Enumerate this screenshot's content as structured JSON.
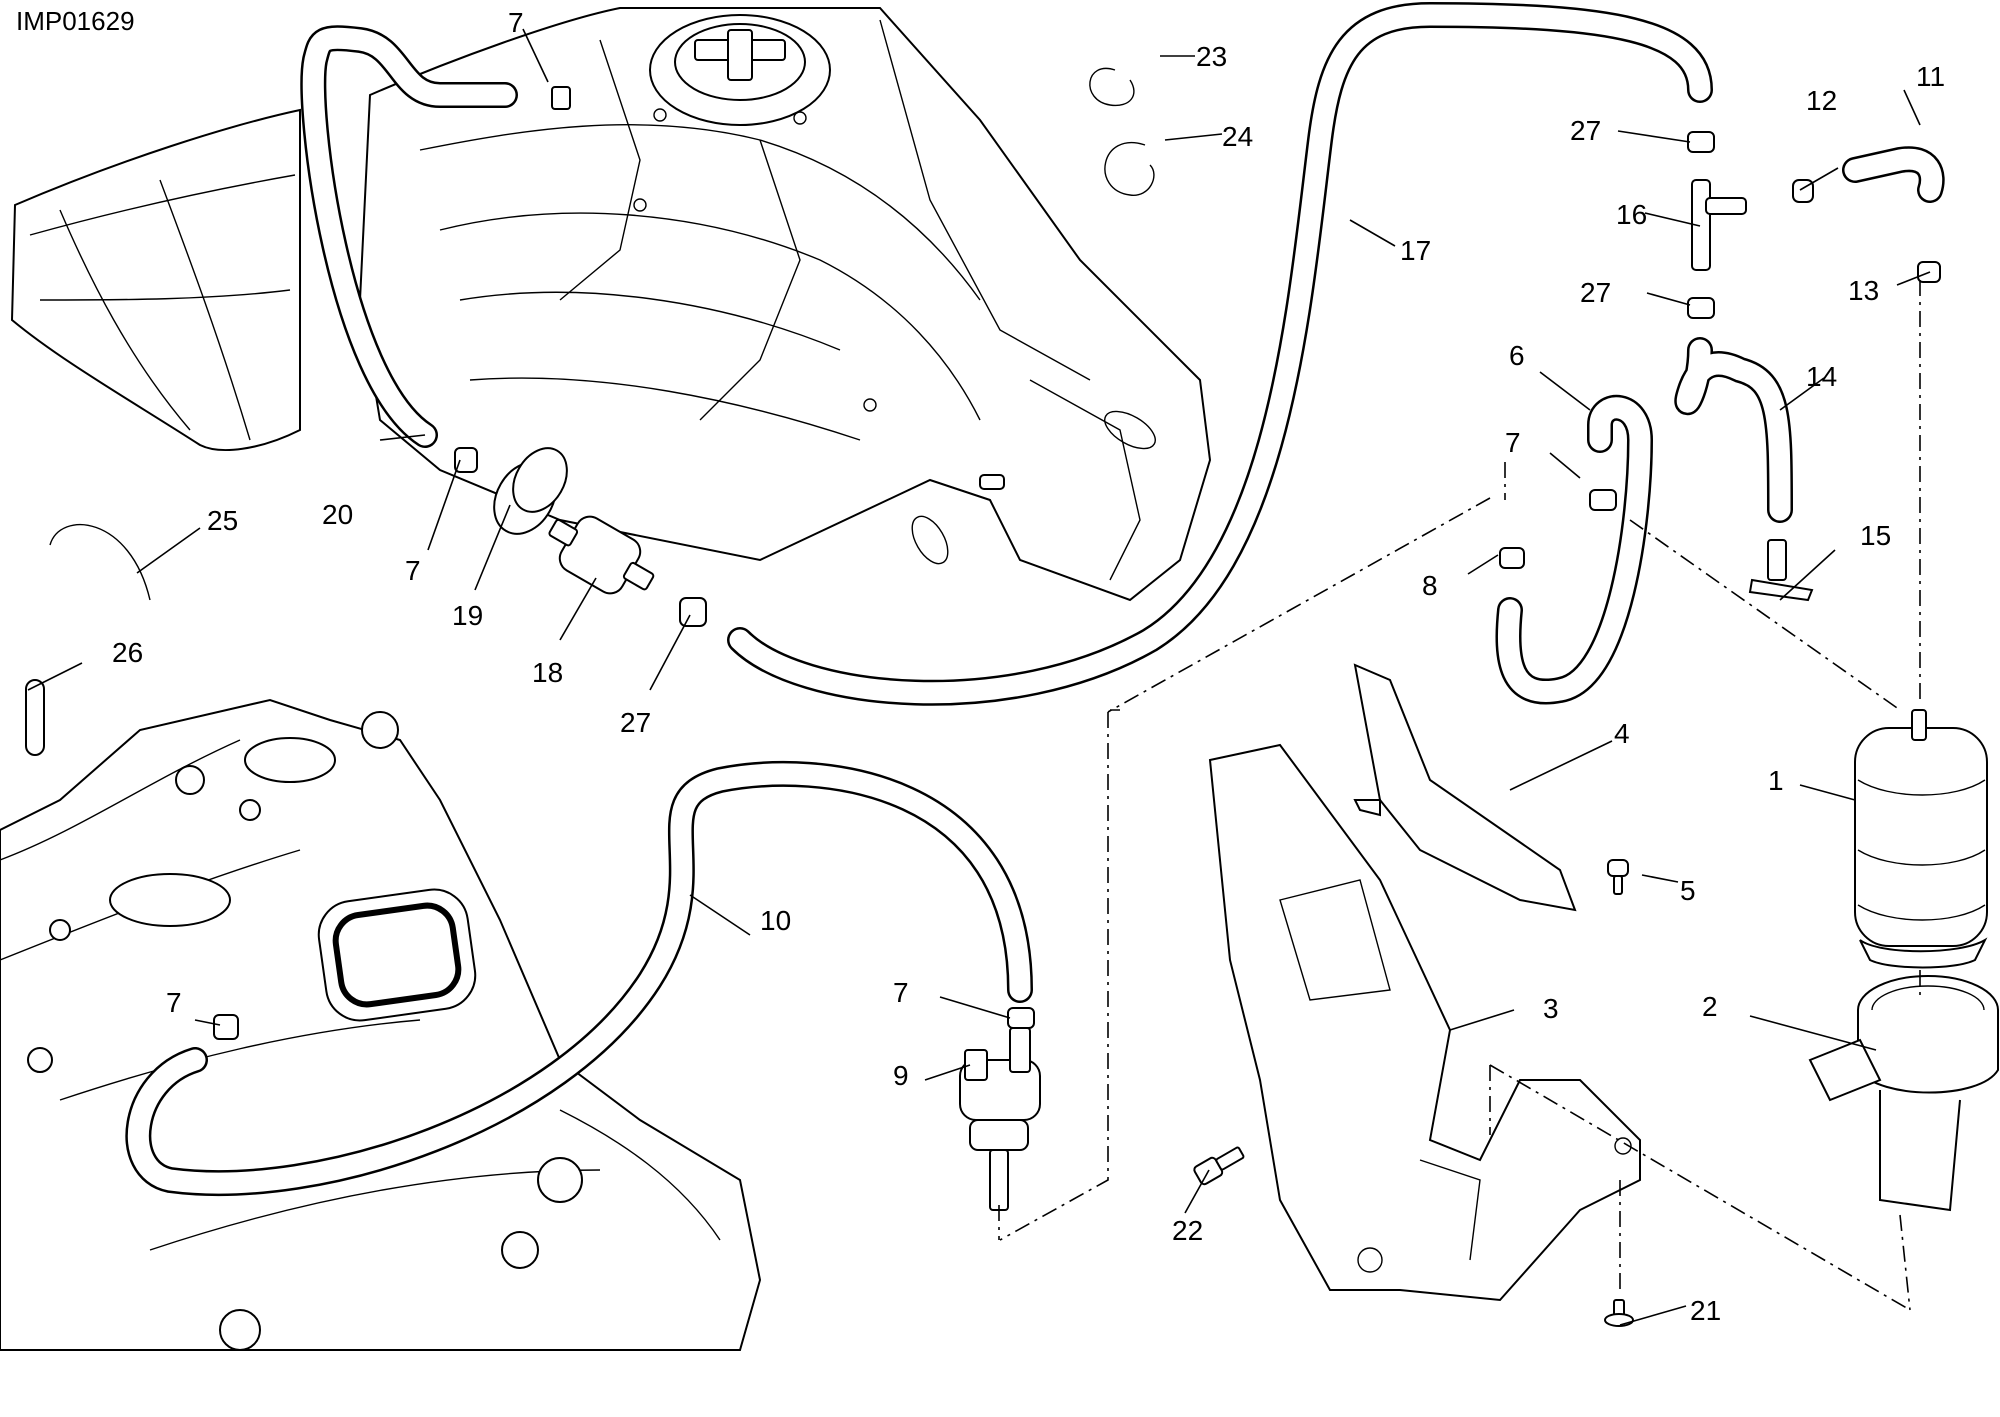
{
  "diagram": {
    "code": "IMP01629",
    "labels": {
      "l1": "1",
      "l2": "2",
      "l3": "3",
      "l4": "4",
      "l5": "5",
      "l6": "6",
      "l7a": "7",
      "l7b": "7",
      "l7c": "7",
      "l7d": "7",
      "l7e": "7",
      "l8": "8",
      "l9": "9",
      "l10": "10",
      "l11": "11",
      "l12": "12",
      "l13": "13",
      "l14": "14",
      "l15": "15",
      "l16": "16",
      "l17": "17",
      "l18": "18",
      "l19": "19",
      "l20": "20",
      "l21": "21",
      "l22": "22",
      "l23": "23",
      "l24": "24",
      "l25": "25",
      "l26": "26",
      "l27a": "27",
      "l27b": "27",
      "l27c": "27"
    }
  }
}
